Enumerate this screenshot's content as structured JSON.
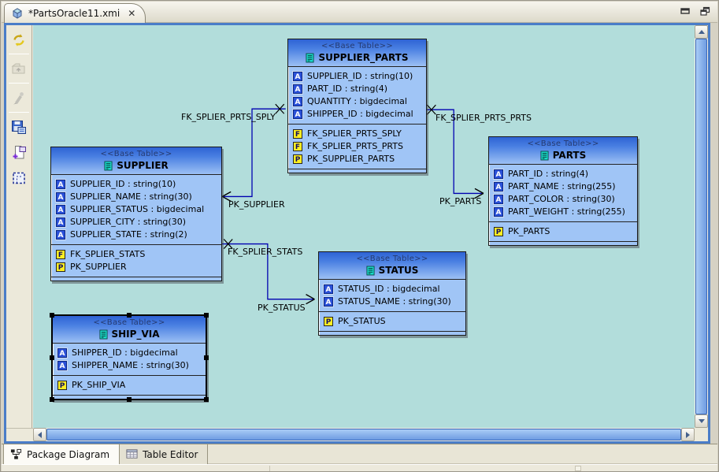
{
  "editor_tab": {
    "title": "*PartsOracle11.xmi",
    "close_icon": "✕"
  },
  "window_controls": {
    "minimize_icon": "minimize",
    "restore_icon": "restore"
  },
  "palette": {
    "items": [
      {
        "icon": "refresh-icon",
        "enabled": true
      },
      {
        "icon": "folder-up-icon",
        "enabled": false
      },
      {
        "icon": "wizard-icon",
        "enabled": false
      },
      {
        "icon": "save-diagram-icon",
        "enabled": true
      },
      {
        "icon": "new-page-icon",
        "enabled": true
      },
      {
        "icon": "grid-layout-icon",
        "enabled": true
      }
    ]
  },
  "canvas": {
    "attr_icon_letter": "A",
    "tables": [
      {
        "stereotype": "<<Base Table>>",
        "name": "SUPPLIER_PARTS",
        "selected": false,
        "columns": [
          "SUPPLIER_ID : string(10)",
          "PART_ID : string(4)",
          "QUANTITY : bigdecimal",
          "SHIPPER_ID : bigdecimal"
        ],
        "keys": [
          {
            "type": "F",
            "label": "FK_SPLIER_PRTS_SPLY"
          },
          {
            "type": "F",
            "label": "FK_SPLIER_PRTS_PRTS"
          },
          {
            "type": "P",
            "label": "PK_SUPPLIER_PARTS"
          }
        ]
      },
      {
        "stereotype": "<<Base Table>>",
        "name": "SUPPLIER",
        "selected": false,
        "columns": [
          "SUPPLIER_ID : string(10)",
          "SUPPLIER_NAME : string(30)",
          "SUPPLIER_STATUS : bigdecimal",
          "SUPPLIER_CITY : string(30)",
          "SUPPLIER_STATE : string(2)"
        ],
        "keys": [
          {
            "type": "F",
            "label": "FK_SPLIER_STATS"
          },
          {
            "type": "P",
            "label": "PK_SUPPLIER"
          }
        ]
      },
      {
        "stereotype": "<<Base Table>>",
        "name": "PARTS",
        "selected": false,
        "columns": [
          "PART_ID : string(4)",
          "PART_NAME : string(255)",
          "PART_COLOR : string(30)",
          "PART_WEIGHT : string(255)"
        ],
        "keys": [
          {
            "type": "P",
            "label": "PK_PARTS"
          }
        ]
      },
      {
        "stereotype": "<<Base Table>>",
        "name": "STATUS",
        "selected": false,
        "columns": [
          "STATUS_ID : bigdecimal",
          "STATUS_NAME : string(30)"
        ],
        "keys": [
          {
            "type": "P",
            "label": "PK_STATUS"
          }
        ]
      },
      {
        "stereotype": "<<Base Table>>",
        "name": "SHIP_VIA",
        "selected": true,
        "columns": [
          "SHIPPER_ID : bigdecimal",
          "SHIPPER_NAME : string(30)"
        ],
        "keys": [
          {
            "type": "P",
            "label": "PK_SHIP_VIA"
          }
        ]
      }
    ],
    "relationships": [
      {
        "fk_label": "FK_SPLIER_PRTS_SPLY",
        "pk_label": "PK_SUPPLIER"
      },
      {
        "fk_label": "FK_SPLIER_PRTS_PRTS",
        "pk_label": "PK_PARTS"
      },
      {
        "fk_label": "FK_SPLIER_STATS",
        "pk_label": "PK_STATUS"
      }
    ]
  },
  "bottom_tabs": [
    {
      "label": "Package Diagram",
      "active": true
    },
    {
      "label": "Table Editor",
      "active": false
    }
  ],
  "colors": {
    "canvas_bg": "#b2dddb",
    "table_body": "#a0c5f6",
    "table_header_top": "#2e63d4",
    "table_header_bottom": "#9cc0f4",
    "relationship_line": "#0000b0",
    "editor_frame_blue": "#4a7dc8",
    "chrome_gray": "#ece9da",
    "attr_icon_bg": "#2b50d8",
    "key_icon_bg": "#ffee22"
  }
}
